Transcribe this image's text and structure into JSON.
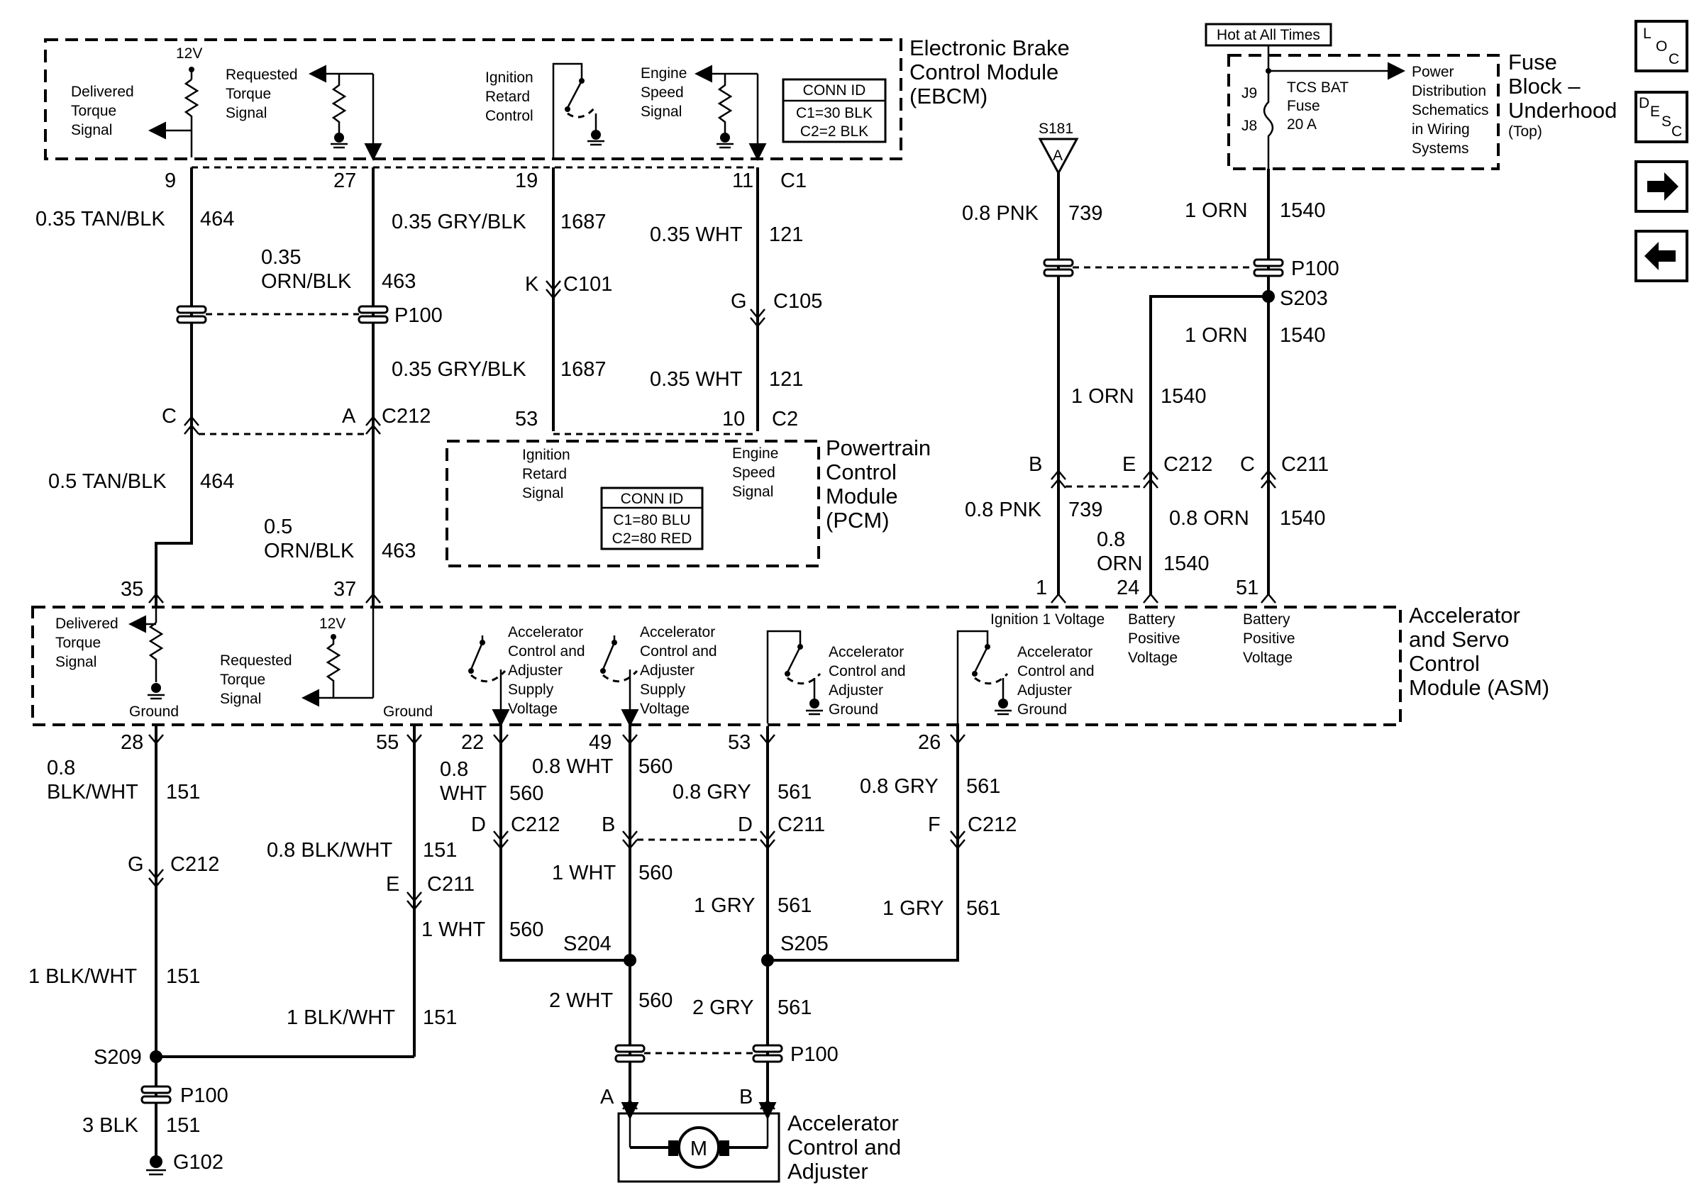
{
  "modules": {
    "ebcm": {
      "name": "Electronic Brake Control Module (EBCM)",
      "line1": "Electronic Brake",
      "line2": "Control Module",
      "line3": "(EBCM)",
      "conn_title": "CONN ID",
      "conn_c1": "C1=30 BLK",
      "conn_c2": "C2=2 BLK",
      "sig_delivered": [
        "Delivered",
        "Torque",
        "Signal"
      ],
      "sig_requested": [
        "Requested",
        "Torque",
        "Signal"
      ],
      "sig_ign_retard": [
        "Ignition",
        "Retard",
        "Control"
      ],
      "sig_engine_speed": [
        "Engine",
        "Speed",
        "Signal"
      ],
      "v12": "12V"
    },
    "pcm": {
      "line1": "Powertrain",
      "line2": "Control",
      "line3": "Module",
      "line4": "(PCM)",
      "conn_title": "CONN ID",
      "conn_c1": "C1=80 BLU",
      "conn_c2": "C2=80 RED",
      "sig_ign_retard": [
        "Ignition",
        "Retard",
        "Signal"
      ],
      "sig_engine_speed": [
        "Engine",
        "Speed",
        "Signal"
      ]
    },
    "asm": {
      "line1": "Accelerator",
      "line2": "and Servo",
      "line3": "Control",
      "line4": "Module (ASM)",
      "sig_delivered": [
        "Delivered",
        "Torque",
        "Signal"
      ],
      "sig_requested": [
        "Requested",
        "Torque",
        "Signal"
      ],
      "ground_left": "Ground",
      "ground_mid": "Ground",
      "v12": "12V",
      "supply1": [
        "Accelerator",
        "Control and",
        "Adjuster",
        "Supply",
        "Voltage"
      ],
      "supply2": [
        "Accelerator",
        "Control and",
        "Adjuster",
        "Supply",
        "Voltage"
      ],
      "gnd1": [
        "Accelerator",
        "Control and",
        "Adjuster",
        "Ground"
      ],
      "gnd2": [
        "Accelerator",
        "Control and",
        "Adjuster",
        "Ground"
      ],
      "ign1": "Ignition 1 Voltage",
      "batt1": [
        "Battery",
        "Positive",
        "Voltage"
      ],
      "batt2": [
        "Battery",
        "Positive",
        "Voltage"
      ]
    },
    "fuse": {
      "hot": "Hot at All Times",
      "line1": "Fuse",
      "line2": "Block –",
      "line3": "Underhood",
      "line4": "(Top)",
      "fuse_name": [
        "TCS BAT",
        "Fuse",
        "20 A"
      ],
      "j9": "J9",
      "j8": "J8",
      "pds": [
        "Power",
        "Distribution",
        "Schematics",
        "in Wiring",
        "Systems"
      ]
    },
    "motor": {
      "line1": "Accelerator",
      "line2": "Control and",
      "line3": "Adjuster",
      "symbol": "M"
    }
  },
  "pins": {
    "ebcm_9": "9",
    "ebcm_27": "27",
    "ebcm_19": "19",
    "ebcm_11": "11",
    "ebcm_c1": "C1",
    "pcm_53": "53",
    "pcm_10": "10",
    "pcm_c2": "C2",
    "asm_35": "35",
    "asm_37": "37",
    "asm_1": "1",
    "asm_24": "24",
    "asm_51": "51",
    "asm_28": "28",
    "asm_55": "55",
    "asm_22": "22",
    "asm_49": "49",
    "asm_53": "53",
    "asm_26": "26",
    "motor_a": "A",
    "motor_b": "B"
  },
  "wires": {
    "w464a": {
      "gauge": "0.35 TAN/BLK",
      "circuit": "464"
    },
    "w463a": {
      "gauge1": "0.35",
      "gauge2": "ORN/BLK",
      "circuit": "463"
    },
    "w1687a": {
      "gauge": "0.35 GRY/BLK",
      "circuit": "1687"
    },
    "w1687b": {
      "gauge": "0.35 GRY/BLK",
      "circuit": "1687"
    },
    "w121a": {
      "gauge": "0.35 WHT",
      "circuit": "121"
    },
    "w121b": {
      "gauge": "0.35 WHT",
      "circuit": "121"
    },
    "w464b": {
      "gauge": "0.5 TAN/BLK",
      "circuit": "464"
    },
    "w463b": {
      "gauge1": "0.5",
      "gauge2": "ORN/BLK",
      "circuit": "463"
    },
    "w739a": {
      "gauge": "0.8 PNK",
      "circuit": "739"
    },
    "w739b": {
      "gauge": "0.8 PNK",
      "circuit": "739"
    },
    "w1540a": {
      "gauge": "1 ORN",
      "circuit": "1540"
    },
    "w1540b": {
      "gauge": "1 ORN",
      "circuit": "1540"
    },
    "w1540c": {
      "gauge": "1 ORN",
      "circuit": "1540"
    },
    "w1540d": {
      "gauge1": "0.8",
      "gauge2": "ORN",
      "circuit": "1540"
    },
    "w1540e": {
      "gauge": "0.8 ORN",
      "circuit": "1540"
    },
    "w151a": {
      "gauge1": "0.8",
      "gauge2": "BLK/WHT",
      "circuit": "151"
    },
    "w151b": {
      "gauge": "0.8 BLK/WHT",
      "circuit": "151"
    },
    "w151c": {
      "gauge": "1 BLK/WHT",
      "circuit": "151"
    },
    "w151d": {
      "gauge": "1 BLK/WHT",
      "circuit": "151"
    },
    "w151e": {
      "gauge": "3 BLK",
      "circuit": "151"
    },
    "w560a": {
      "gauge1": "0.8",
      "gauge2": "WHT",
      "circuit": "560"
    },
    "w560b": {
      "gauge": "0.8 WHT",
      "circuit": "560"
    },
    "w560c": {
      "gauge": "1 WHT",
      "circuit": "560"
    },
    "w560d": {
      "gauge": "1 WHT",
      "circuit": "560"
    },
    "w560e": {
      "gauge": "2 WHT",
      "circuit": "560"
    },
    "w561a": {
      "gauge": "0.8 GRY",
      "circuit": "561"
    },
    "w561b": {
      "gauge": "0.8 GRY",
      "circuit": "561"
    },
    "w561c": {
      "gauge": "1 GRY",
      "circuit": "561"
    },
    "w561d": {
      "gauge": "1 GRY",
      "circuit": "561"
    },
    "w561e": {
      "gauge": "2 GRY",
      "circuit": "561"
    }
  },
  "connectors": {
    "p100_l": "P100",
    "p100_r": "P100",
    "p100_b": "P100",
    "p100_m": "P100",
    "c101": "C101",
    "c101_pin": "K",
    "c105": "C105",
    "c105_pin": "G",
    "c212_top_c": "C",
    "c212_top_a": "A",
    "c212_top": "C212",
    "c212_r_b": "B",
    "c212_r_e": "E",
    "c212_r": "C212",
    "c211_r_c": "C",
    "c211_r": "C211",
    "c212_g": "G",
    "c212_g_lbl": "C212",
    "c211_e": "E",
    "c211_e_lbl": "C211",
    "c212_d": "D",
    "c212_d_lbl": "C212",
    "c211_b": "B",
    "c211_d": "D",
    "c211_d_lbl": "C211",
    "c212_f": "F",
    "c212_f_lbl": "C212"
  },
  "splices": {
    "s181": "S181",
    "s181_pin": "A",
    "s203": "S203",
    "s204": "S204",
    "s205": "S205",
    "s209": "S209",
    "g102": "G102"
  },
  "nav": {
    "loc": "LOC",
    "desc": "DESC",
    "next": "next-page",
    "prev": "prev-page"
  }
}
